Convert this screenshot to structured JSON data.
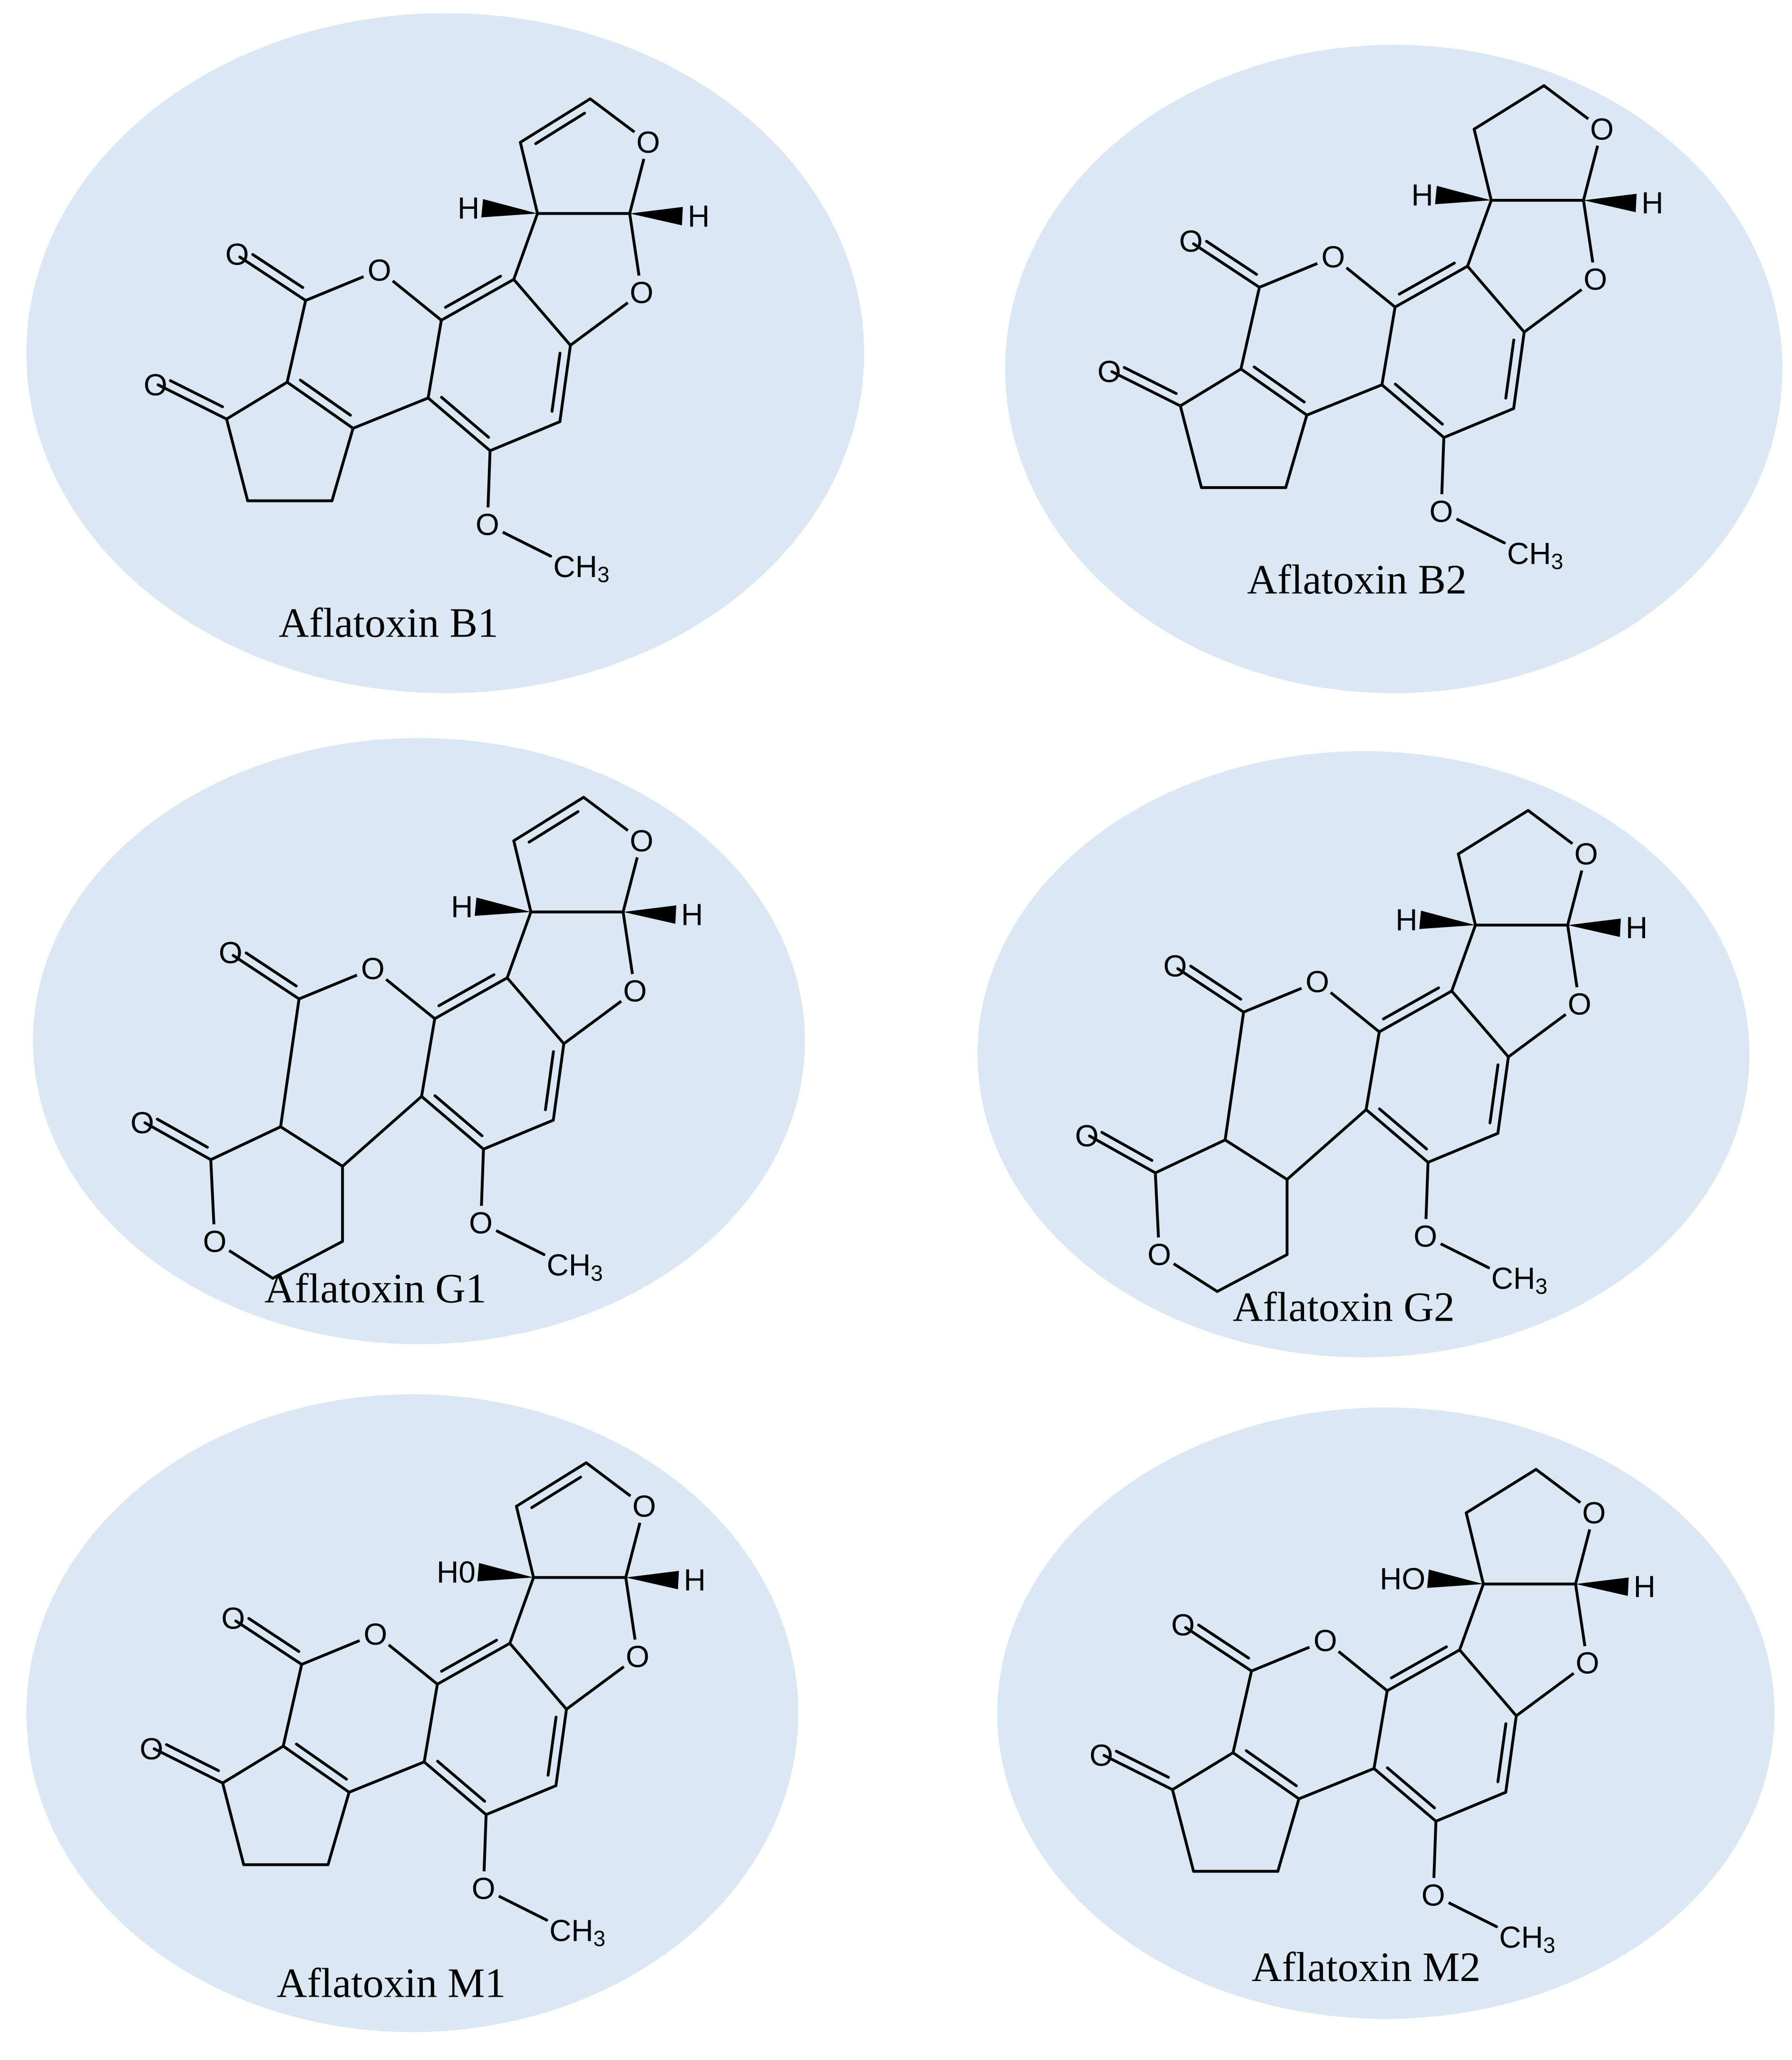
{
  "colors": {
    "panel_fill": "#dce7f4",
    "ink": "#000000",
    "background": "#ffffff"
  },
  "atoms": {
    "oxygen": "O",
    "hydrogen": "H",
    "hydroxyl": "HO",
    "hydroxyl_m1": "H0",
    "methyl_c": "CH",
    "methyl_sub": "3"
  },
  "compounds": [
    {
      "id": "b1",
      "name": "Aflatoxin B1",
      "dihydro": false,
      "lactone_g": false,
      "substituent": "H"
    },
    {
      "id": "b2",
      "name": "Aflatoxin B2",
      "dihydro": true,
      "lactone_g": false,
      "substituent": "H"
    },
    {
      "id": "g1",
      "name": "Aflatoxin G1",
      "dihydro": false,
      "lactone_g": true,
      "substituent": "H"
    },
    {
      "id": "g2",
      "name": "Aflatoxin G2",
      "dihydro": true,
      "lactone_g": true,
      "substituent": "H"
    },
    {
      "id": "m1",
      "name": "Aflatoxin M1",
      "dihydro": false,
      "lactone_g": false,
      "substituent": "H0"
    },
    {
      "id": "m2",
      "name": "Aflatoxin M2",
      "dihydro": true,
      "lactone_g": false,
      "substituent": "HO"
    }
  ]
}
